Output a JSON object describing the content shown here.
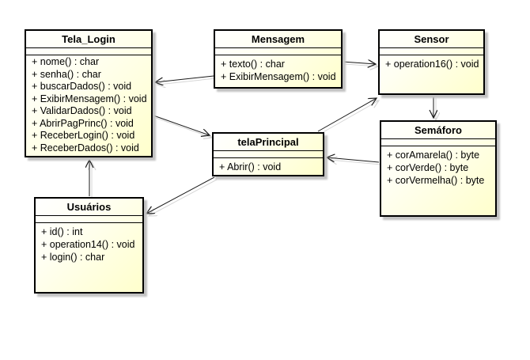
{
  "diagram": {
    "kind": "uml-class-diagram",
    "background_color": "#ffffff",
    "class_fill_start": "#ffffff",
    "class_fill_end": "#ffffcc",
    "class_border_color": "#000000",
    "shadow_color": "#c2c2c2",
    "edge_color": "#1a1a1a",
    "edge_shadow_color": "#d6d6d6",
    "classes": [
      {
        "name": "Tela_Login",
        "attributes": [],
        "operations": [
          "+ nome() : char",
          "+ senha() : char",
          "+ buscarDados() : void",
          "+ ExibirMensagem() : void",
          "+ ValidarDados() : void",
          "+ AbrirPagPrinc() : void",
          "+ ReceberLogin() : void",
          "+ ReceberDados() : void"
        ]
      },
      {
        "name": "Mensagem",
        "attributes": [],
        "operations": [
          "+ texto() : char",
          "+ ExibirMensagem() : void"
        ]
      },
      {
        "name": "Sensor",
        "attributes": [],
        "operations": [
          "+ operation16() : void"
        ]
      },
      {
        "name": "telaPrincipal",
        "attributes": [],
        "operations": [
          "+ Abrir() : void"
        ]
      },
      {
        "name": "Semáforo",
        "attributes": [],
        "operations": [
          "+ corAmarela() : byte",
          "+ corVerde() : byte",
          "+ corVermelha() : byte"
        ]
      },
      {
        "name": "Usuários",
        "attributes": [],
        "operations": [
          "+ id() : int",
          "+ operation14() : void",
          "+ login() : char"
        ]
      }
    ],
    "relations": [
      {
        "from": "Mensagem",
        "to": "Tela_Login",
        "type": "directed association",
        "arrowhead": "open"
      },
      {
        "from": "Tela_Login",
        "to": "telaPrincipal",
        "type": "directed association",
        "arrowhead": "open"
      },
      {
        "from": "Mensagem",
        "to": "Sensor",
        "type": "directed association",
        "arrowhead": "open"
      },
      {
        "from": "telaPrincipal",
        "to": "Sensor",
        "type": "directed association",
        "arrowhead": "open"
      },
      {
        "from": "Sensor",
        "to": "Semáforo",
        "type": "directed association",
        "arrowhead": "open"
      },
      {
        "from": "Semáforo",
        "to": "telaPrincipal",
        "type": "directed association",
        "arrowhead": "open"
      },
      {
        "from": "Usuários",
        "to": "Tela_Login",
        "type": "directed association",
        "arrowhead": "open"
      },
      {
        "from": "telaPrincipal",
        "to": "Usuários",
        "type": "directed association",
        "arrowhead": "open"
      }
    ]
  }
}
